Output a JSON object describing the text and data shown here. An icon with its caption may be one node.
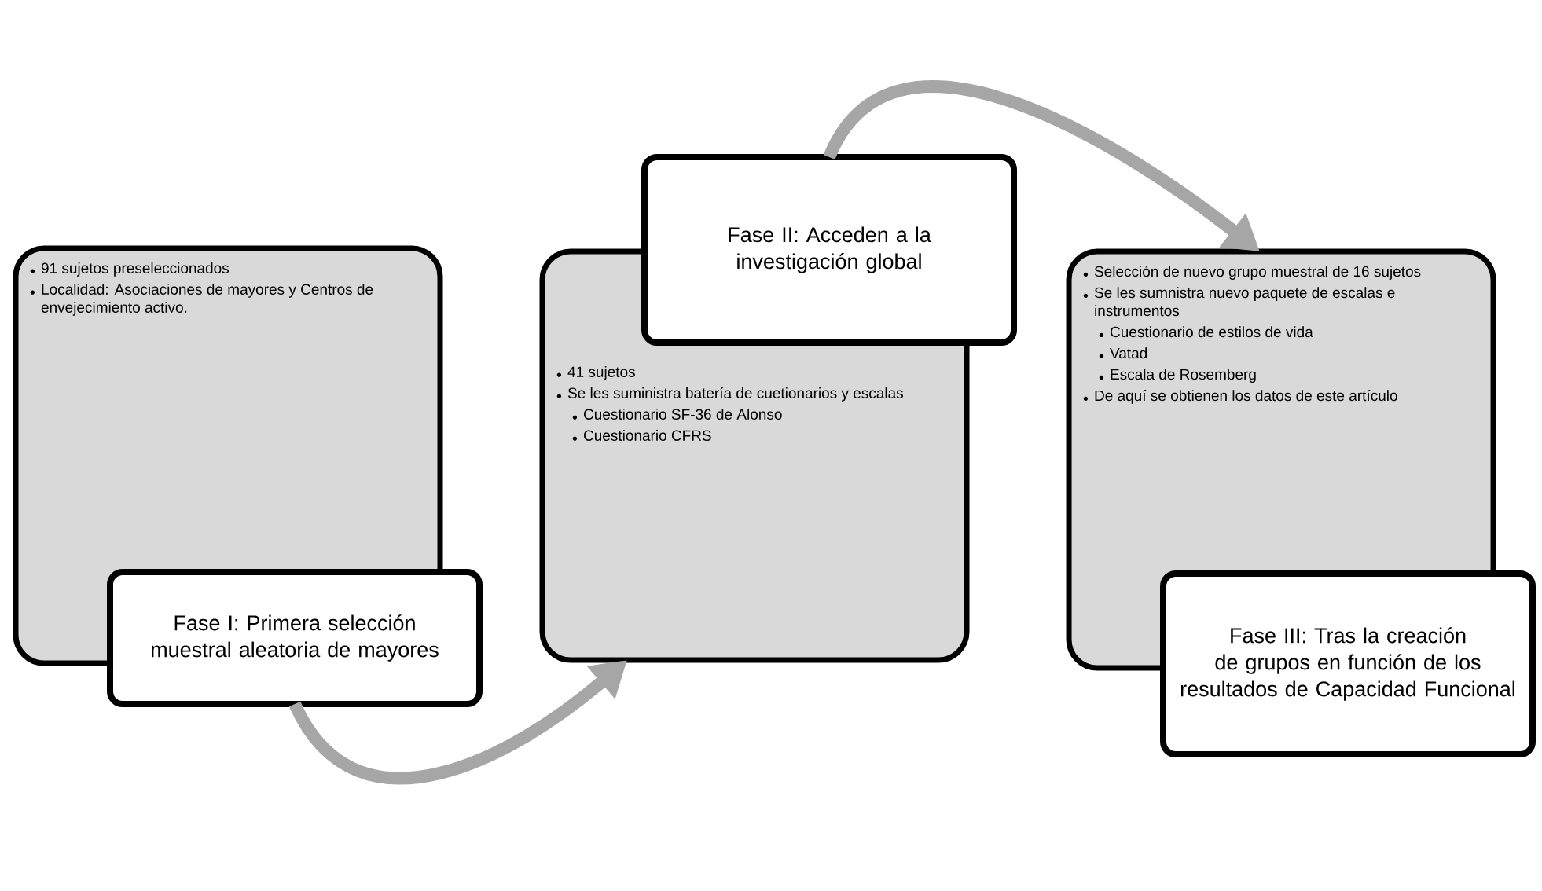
{
  "diagram": {
    "nodes": [
      {
        "text": [
          "91 sujetos preseleccionados",
          "Localidad: Asociaciones de mayores y Centros de envejecimiento activo."
        ]
      },
      {
        "text": [
          "Fase I: Primera selección muestral aleatoria de mayores"
        ]
      },
      {
        "text": [
          "41 sujetos",
          "Se les suministra batería de cuetionarios y escalas",
          "Cuestionario SF-36 de Alonso",
          "Cuestionario CFRS"
        ]
      },
      {
        "text": [
          "Fase II: Acceden a la investigación global"
        ]
      },
      {
        "text": [
          "Selección de nuevo grupo muestral de 16 sujetos",
          "Se les sumnistra nuevo paquete de escalas e instrumentos",
          "Cuestionario de estilos de vida",
          "Vatad",
          "Escala de Rosemberg",
          "De aquí se obtienen los datos de este artículo"
        ]
      },
      {
        "text": [
          "Fase III: Tras la creación de grupos en función de los resultados de Capacidad Funcional"
        ]
      }
    ],
    "edges": [
      {
        "from": 1,
        "to": 2,
        "arrow": "to"
      },
      {
        "from": 3,
        "to": 4,
        "arrow": "to"
      }
    ]
  }
}
